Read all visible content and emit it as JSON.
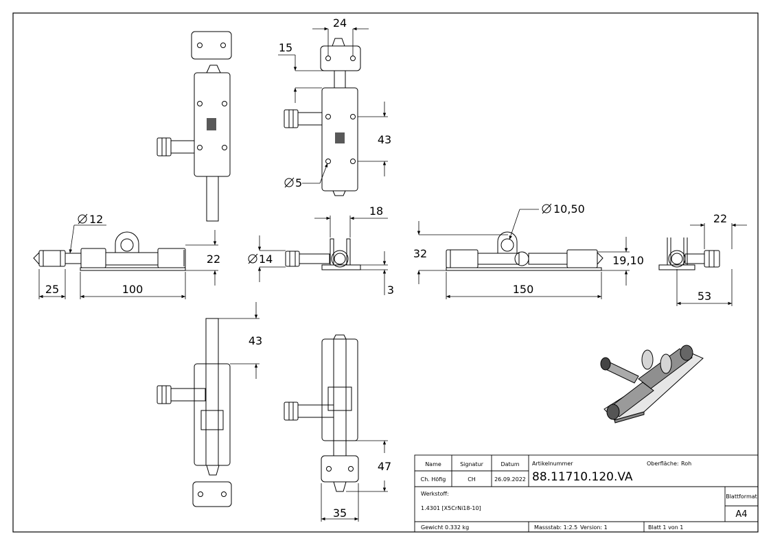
{
  "dimensions": {
    "d24": "24",
    "d15": "15",
    "d43_top": "43",
    "d5": "5",
    "d12": "12",
    "d22_left": "22",
    "d25": "25",
    "d100": "100",
    "d14": "14",
    "d18": "18",
    "d3": "3",
    "d10_50": "10,50",
    "d32": "32",
    "d19_10": "19,10",
    "d150": "150",
    "d22_right": "22",
    "d53": "53",
    "d43_bottom": "43",
    "d47": "47",
    "d35": "35"
  },
  "title_block": {
    "col_name": "Name",
    "col_signatur": "Signatur",
    "col_datum": "Datum",
    "name": "Ch. Höfig",
    "signatur": "CH",
    "datum": "26.09.2022",
    "artikelnummer_label": "Artikelnummer",
    "artikelnummer": "88.11710.120.VA",
    "oberflaeche_label": "Oberfläche:",
    "oberflaeche": "Roh",
    "werkstoff_label": "Werkstoff:",
    "werkstoff": "1.4301 [X5CrNi18-10]",
    "blattformat_label": "Blattformat",
    "blattformat": "A4",
    "gewicht": "Gewicht 0.332 kg",
    "massstab": "Massstab: 1:2.5",
    "version": "Version: 1",
    "blatt": "Blatt 1 von 1"
  }
}
